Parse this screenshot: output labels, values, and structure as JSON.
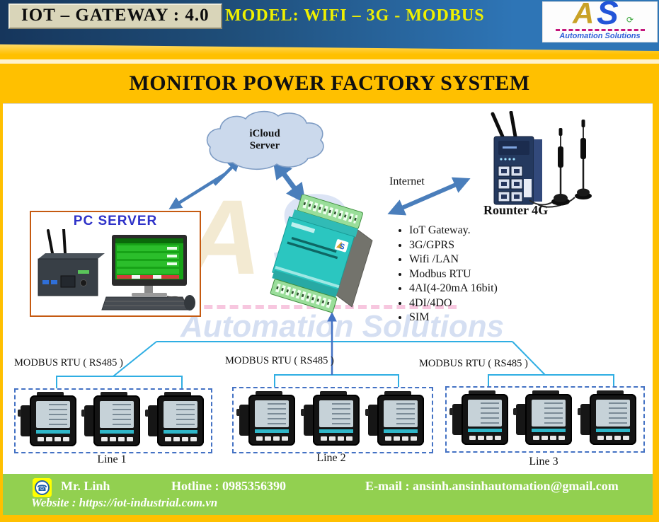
{
  "header": {
    "product_badge": "IOT – GATEWAY : 4.0",
    "model": "MODEL: WIFI – 3G - MODBUS",
    "logo": {
      "monogram_a": "A",
      "monogram_s": "S",
      "caption": "Automation Solutions"
    }
  },
  "banner": {
    "title": "MONITOR POWER FACTORY SYSTEM"
  },
  "diagram": {
    "cloud": {
      "line1": "iCloud",
      "line2": "Server"
    },
    "pc_server": {
      "label": "PC SERVER"
    },
    "internet_label": "Internet",
    "router": {
      "label": "Rounter 4G"
    },
    "features": [
      "IoT Gateway.",
      "3G/GPRS",
      "Wifi /LAN",
      "Modbus RTU",
      "4AI(4-20mA 16bit)",
      "4DI/4DO",
      "SIM"
    ],
    "watermark": {
      "monogram_a": "A",
      "monogram_s": "S",
      "caption": "Automation Solutions"
    },
    "buses": [
      {
        "protocol_label": "MODBUS RTU ( RS485 )",
        "line_label": "Line 1"
      },
      {
        "protocol_label": "MODBUS RTU ( RS485 )",
        "line_label": "Line 2"
      },
      {
        "protocol_label": "MODBUS RTU ( RS485 )",
        "line_label": "Line 3"
      }
    ]
  },
  "footer": {
    "contact_name": "Mr. Linh",
    "hotline": "Hotline : 0985356390",
    "email": "E-mail : ansinh.ansinhautomation@gmail.com",
    "website": "Website : https://iot-industrial.com.vn"
  },
  "colors": {
    "accent_gold": "#FFC000",
    "header_navy": "#16365C",
    "header_blue": "#2E75B6",
    "model_text": "#EFF000",
    "footer_green": "#92D050",
    "bus_line": "#2FAEE3",
    "arrow_blue": "#4A7EBB",
    "meter_group_border": "#4472C4",
    "pc_box_border": "#C55A11",
    "gateway_teal": "#2BC6C0"
  }
}
